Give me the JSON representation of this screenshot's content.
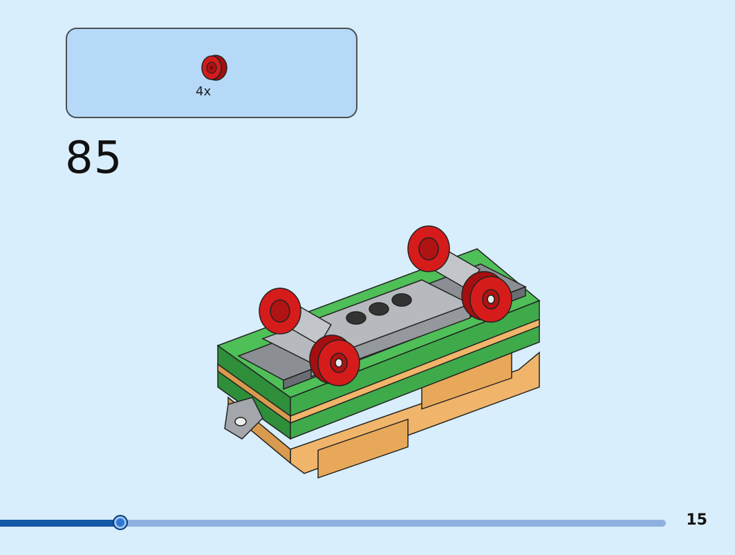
{
  "parts_list": {
    "items": [
      {
        "quantity": "4x",
        "icon": "red-wheel-icon",
        "color": "#d61b1b"
      }
    ]
  },
  "step": {
    "number": "85"
  },
  "progress": {
    "fraction": 0.181
  },
  "page": {
    "number": "15"
  },
  "colors": {
    "background": "#d8eefc",
    "parts_box": "#b5d9f6",
    "brick_green": "#3faa4a",
    "brick_tan": "#f0b56a",
    "brick_gray": "#a3a6aa",
    "wheel_red": "#d61b1b",
    "progress_track": "#8fb1df",
    "progress_fill": "#1458a8"
  }
}
